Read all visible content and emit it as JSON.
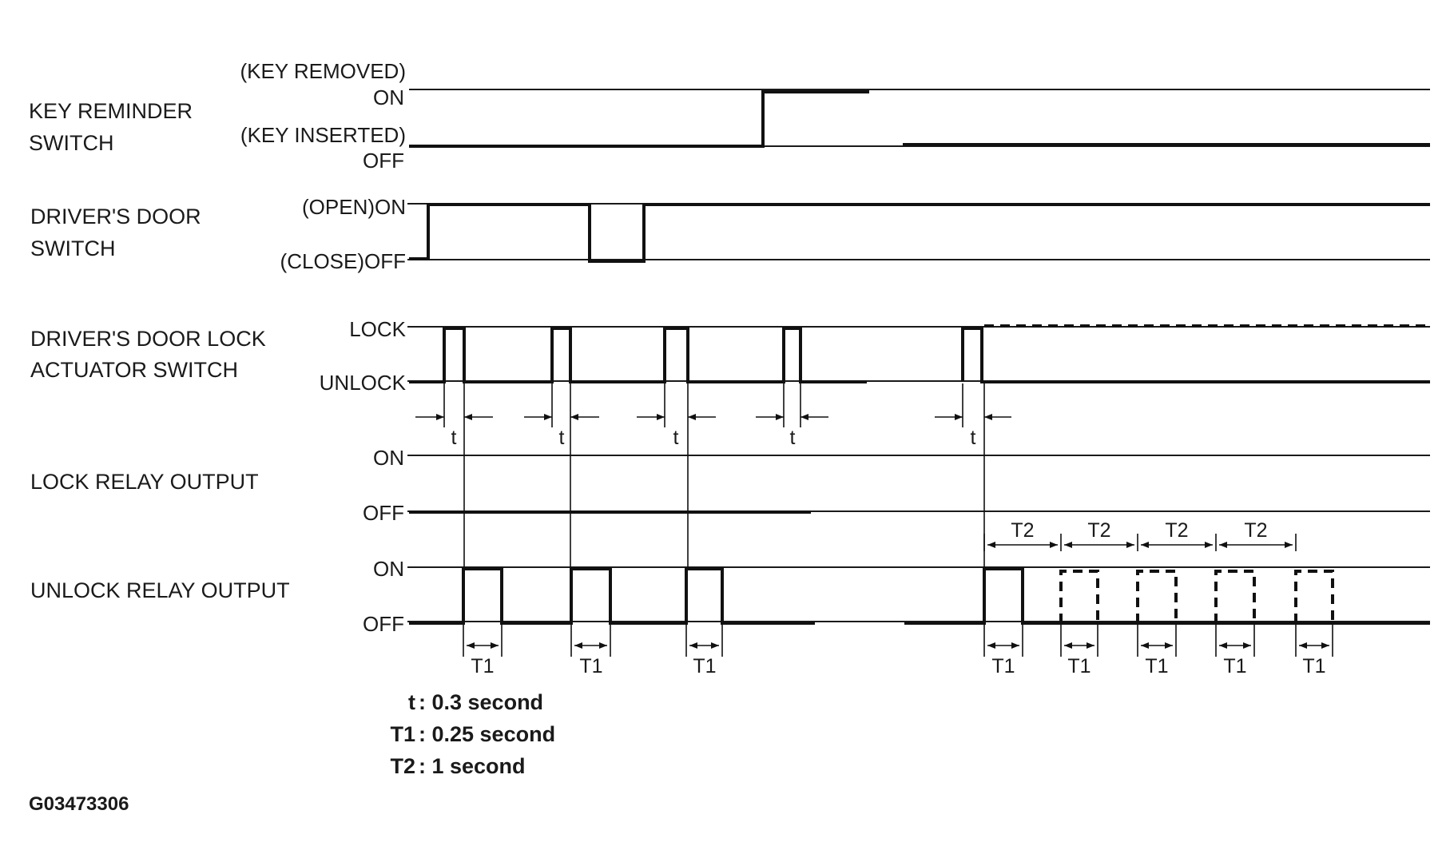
{
  "signals": {
    "key_reminder": {
      "name_line1": "KEY REMINDER",
      "name_line2": "SWITCH",
      "state_top_note": "(KEY REMOVED)",
      "state_top": "ON",
      "state_bottom_note": "(KEY INSERTED)",
      "state_bottom": "OFF"
    },
    "door_switch": {
      "name_line1": "DRIVER'S DOOR",
      "name_line2": "SWITCH",
      "state_top": "(OPEN)ON",
      "state_bottom": "(CLOSE)OFF"
    },
    "actuator_switch": {
      "name_line1": "DRIVER'S DOOR LOCK",
      "name_line2": "ACTUATOR SWITCH",
      "state_top": "LOCK",
      "state_bottom": "UNLOCK"
    },
    "lock_relay": {
      "name": "LOCK RELAY OUTPUT",
      "state_top": "ON",
      "state_bottom": "OFF"
    },
    "unlock_relay": {
      "name": "UNLOCK RELAY OUTPUT",
      "state_top": "ON",
      "state_bottom": "OFF"
    }
  },
  "dimension_labels": {
    "t": "t",
    "t1": "T1",
    "t2": "T2"
  },
  "legend": [
    {
      "symbol": "t",
      "value": ": 0.3 second"
    },
    {
      "symbol": "T1",
      "value": ": 0.25 second"
    },
    {
      "symbol": "T2",
      "value": ": 1 second"
    }
  ],
  "figure_id": "G03473306"
}
